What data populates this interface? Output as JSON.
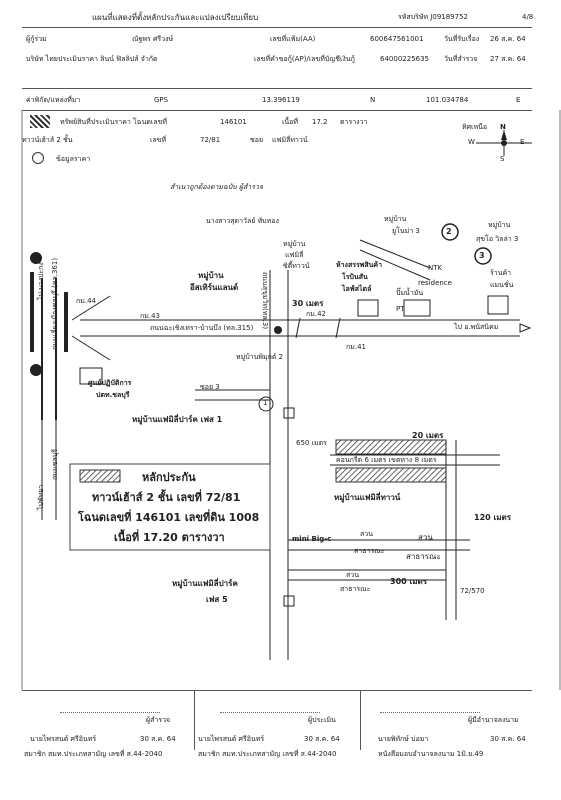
{
  "header": {
    "title": "แผนที่แสดงที่ตั้งหลักประกันและแปลงเปรียบเทียบ",
    "ref": "รหัสบริษัท J09189752",
    "page": "4/8"
  },
  "info": {
    "customer_label": "ผู้กู้ร่วม",
    "customer_name": "ณัฐพร ศรีวงษ์",
    "file_label": "เลขที่แฟ้ม(AA)",
    "file_no": "600647561001",
    "recv_label": "วันที่รับเรื่อง",
    "recv_date": "26 ส.ค. 64",
    "company": "บริษัท ไทยประเมินราคา ลินน์ ฟิลลิปส์ จำกัด",
    "ap_label": "เลขที่คำขอกู้(AP)/เลขที่บัญชีเงินกู้",
    "ap_no": "64000225635",
    "survey_label": "วันที่สำรวจ",
    "survey_date": "27 ส.ค. 64",
    "coord_label": "ค่าพิกัด/แหล่งที่มา",
    "coord_source": "GPS",
    "lat": "13.396119",
    "lat_dir": "N",
    "lon": "101.034784",
    "lon_dir": "E"
  },
  "legend": {
    "property_label": "ทรัพย์สินที่ประเมินราคา โฉนดเลขที่",
    "deed_no": "146101",
    "area_label": "เนื้อที่",
    "area": "17.2",
    "area_unit": "ตารางวา",
    "type": "ทาวน์เฮ้าส์ 2 ชั้น",
    "house_label": "เลขที่",
    "house_no": "72/81",
    "soi_label": "ซอย",
    "soi": "แฟมิลี่ทาวน์",
    "market_label": "ข้อมูลราคา",
    "north_label": "N",
    "south_label": "S",
    "east_label": "E",
    "west_label": "W",
    "north_note": "ทิศเหนือ"
  },
  "map": {
    "stamp_text": "สำเนาถูกต้องตามฉบับ ผู้สำรวจ",
    "stamp_name": "นางสาวสุดาวัลย์ ทับทอง",
    "village_eastern": "หมู่บ้าน",
    "village_eastern2": "อีสเทิร์นแลนด์",
    "village_family": "หมู่บ้าน",
    "village_family2": "แฟมิลี่",
    "village_family3": "ซิตี้ทาวน์",
    "dist_30": "30 เมตร",
    "km42": "กม.42",
    "km43": "กม.43",
    "km44": "กม.44",
    "km41": "กม.41",
    "road_main": "ถนนสุขุมวิท(ทล.3)",
    "road_315": "ถนนฉะเชิงเทรา-บ้านบึง (ทล.315)",
    "road_361": "ถนนเลี่ยงเมืองชลบุรี (ทล.361)",
    "road_chonburi": "ถนนชลบุรี",
    "to_bangna": "ไป บางปะกง",
    "to_phanat": "ไป อ.พนัสนิคม",
    "to_pattaya": "ไปพัทยา",
    "office_name": "ศูนย์ปฏิบัติการ",
    "office_name2": "ปตท.ชลบุรี",
    "village_ul": "หมู่บ้าน",
    "village_ul2": "ยูโนม่า 3",
    "village_sukhon": "หมู่บ้าน",
    "village_sukhon2": "สุขโอ วิลล่า 3",
    "mall": "ห้างสรรพสินค้า",
    "mall2": "โรบินสัน",
    "mall3": "ไลฟ์สไตล์",
    "gas": "ปั๊มน้ำมัน",
    "gas2": "PT",
    "ntk": "NTK",
    "ntk2": "residence",
    "shop": "ร้านค้า",
    "shop2": "แมนชั่น",
    "label_1": "1",
    "label_2": "2",
    "label_3": "3",
    "village_small": "หมู่บ้านพิมุกต์ 2",
    "soi3": "ซอย 3",
    "park1": "หมู่บ้านแฟมิลี่ปาร์ค เฟส 1",
    "dist_650": "650 เมตร",
    "dist_20": "20 เมตร",
    "soi_family": "คอนกรีต 6 เมตร เขตทาง 8 เมตร",
    "family_town": "หมู่บ้านแฟมิลี่ทาวน์",
    "dist_120": "120 เมตร",
    "minibigc": "mini Big-c",
    "park_a": "สวน",
    "park_a2": "สาธารณะ",
    "park_b": "สวน",
    "park_b2": "สาธารณะ",
    "park_c": "สวน",
    "park_c2": "สาธารณะ",
    "dist_300": "300 เมตร",
    "park5": "หมู่บ้านแฟมิลี่ปาร์ค",
    "park5b": "เฟส 5",
    "house_num": "72/570"
  },
  "collateral": {
    "heading": "หลักประกัน",
    "line1": "ทาวน์เฮ้าส์ 2 ชั้น เลขที่ 72/81",
    "line2": "โฉนดเลขที่ 146101 เลขที่ดิน 1008",
    "line3": "เนื้อที่ 17.20 ตารางวา"
  },
  "signatures": [
    {
      "role": "ผู้สำรวจ",
      "name": "นายไพรสนต์ ศรีอินทร์",
      "date": "30 ส.ค. 64",
      "reg": "สมาชิก สมท.ประเภทสามัญ เลขที่ ส.44-2040"
    },
    {
      "role": "ผู้ประเมิน",
      "name": "นายไพรสนต์ ศรีอินทร์",
      "date": "30 ส.ค. 64",
      "reg": "สมาชิก สมท.ประเภทสามัญ เลขที่ ส.44-2040"
    },
    {
      "role": "ผู้มีอำนาจลงนาม",
      "name": "นายพิทักษ์ บ่อมา",
      "date": "30 ส.ค. 64",
      "reg": "หนังสือมอบอำนาจลงนาม 1มิ.ย.49"
    }
  ],
  "colors": {
    "ink": "#222222",
    "box": "#444444",
    "road": "#555555"
  }
}
